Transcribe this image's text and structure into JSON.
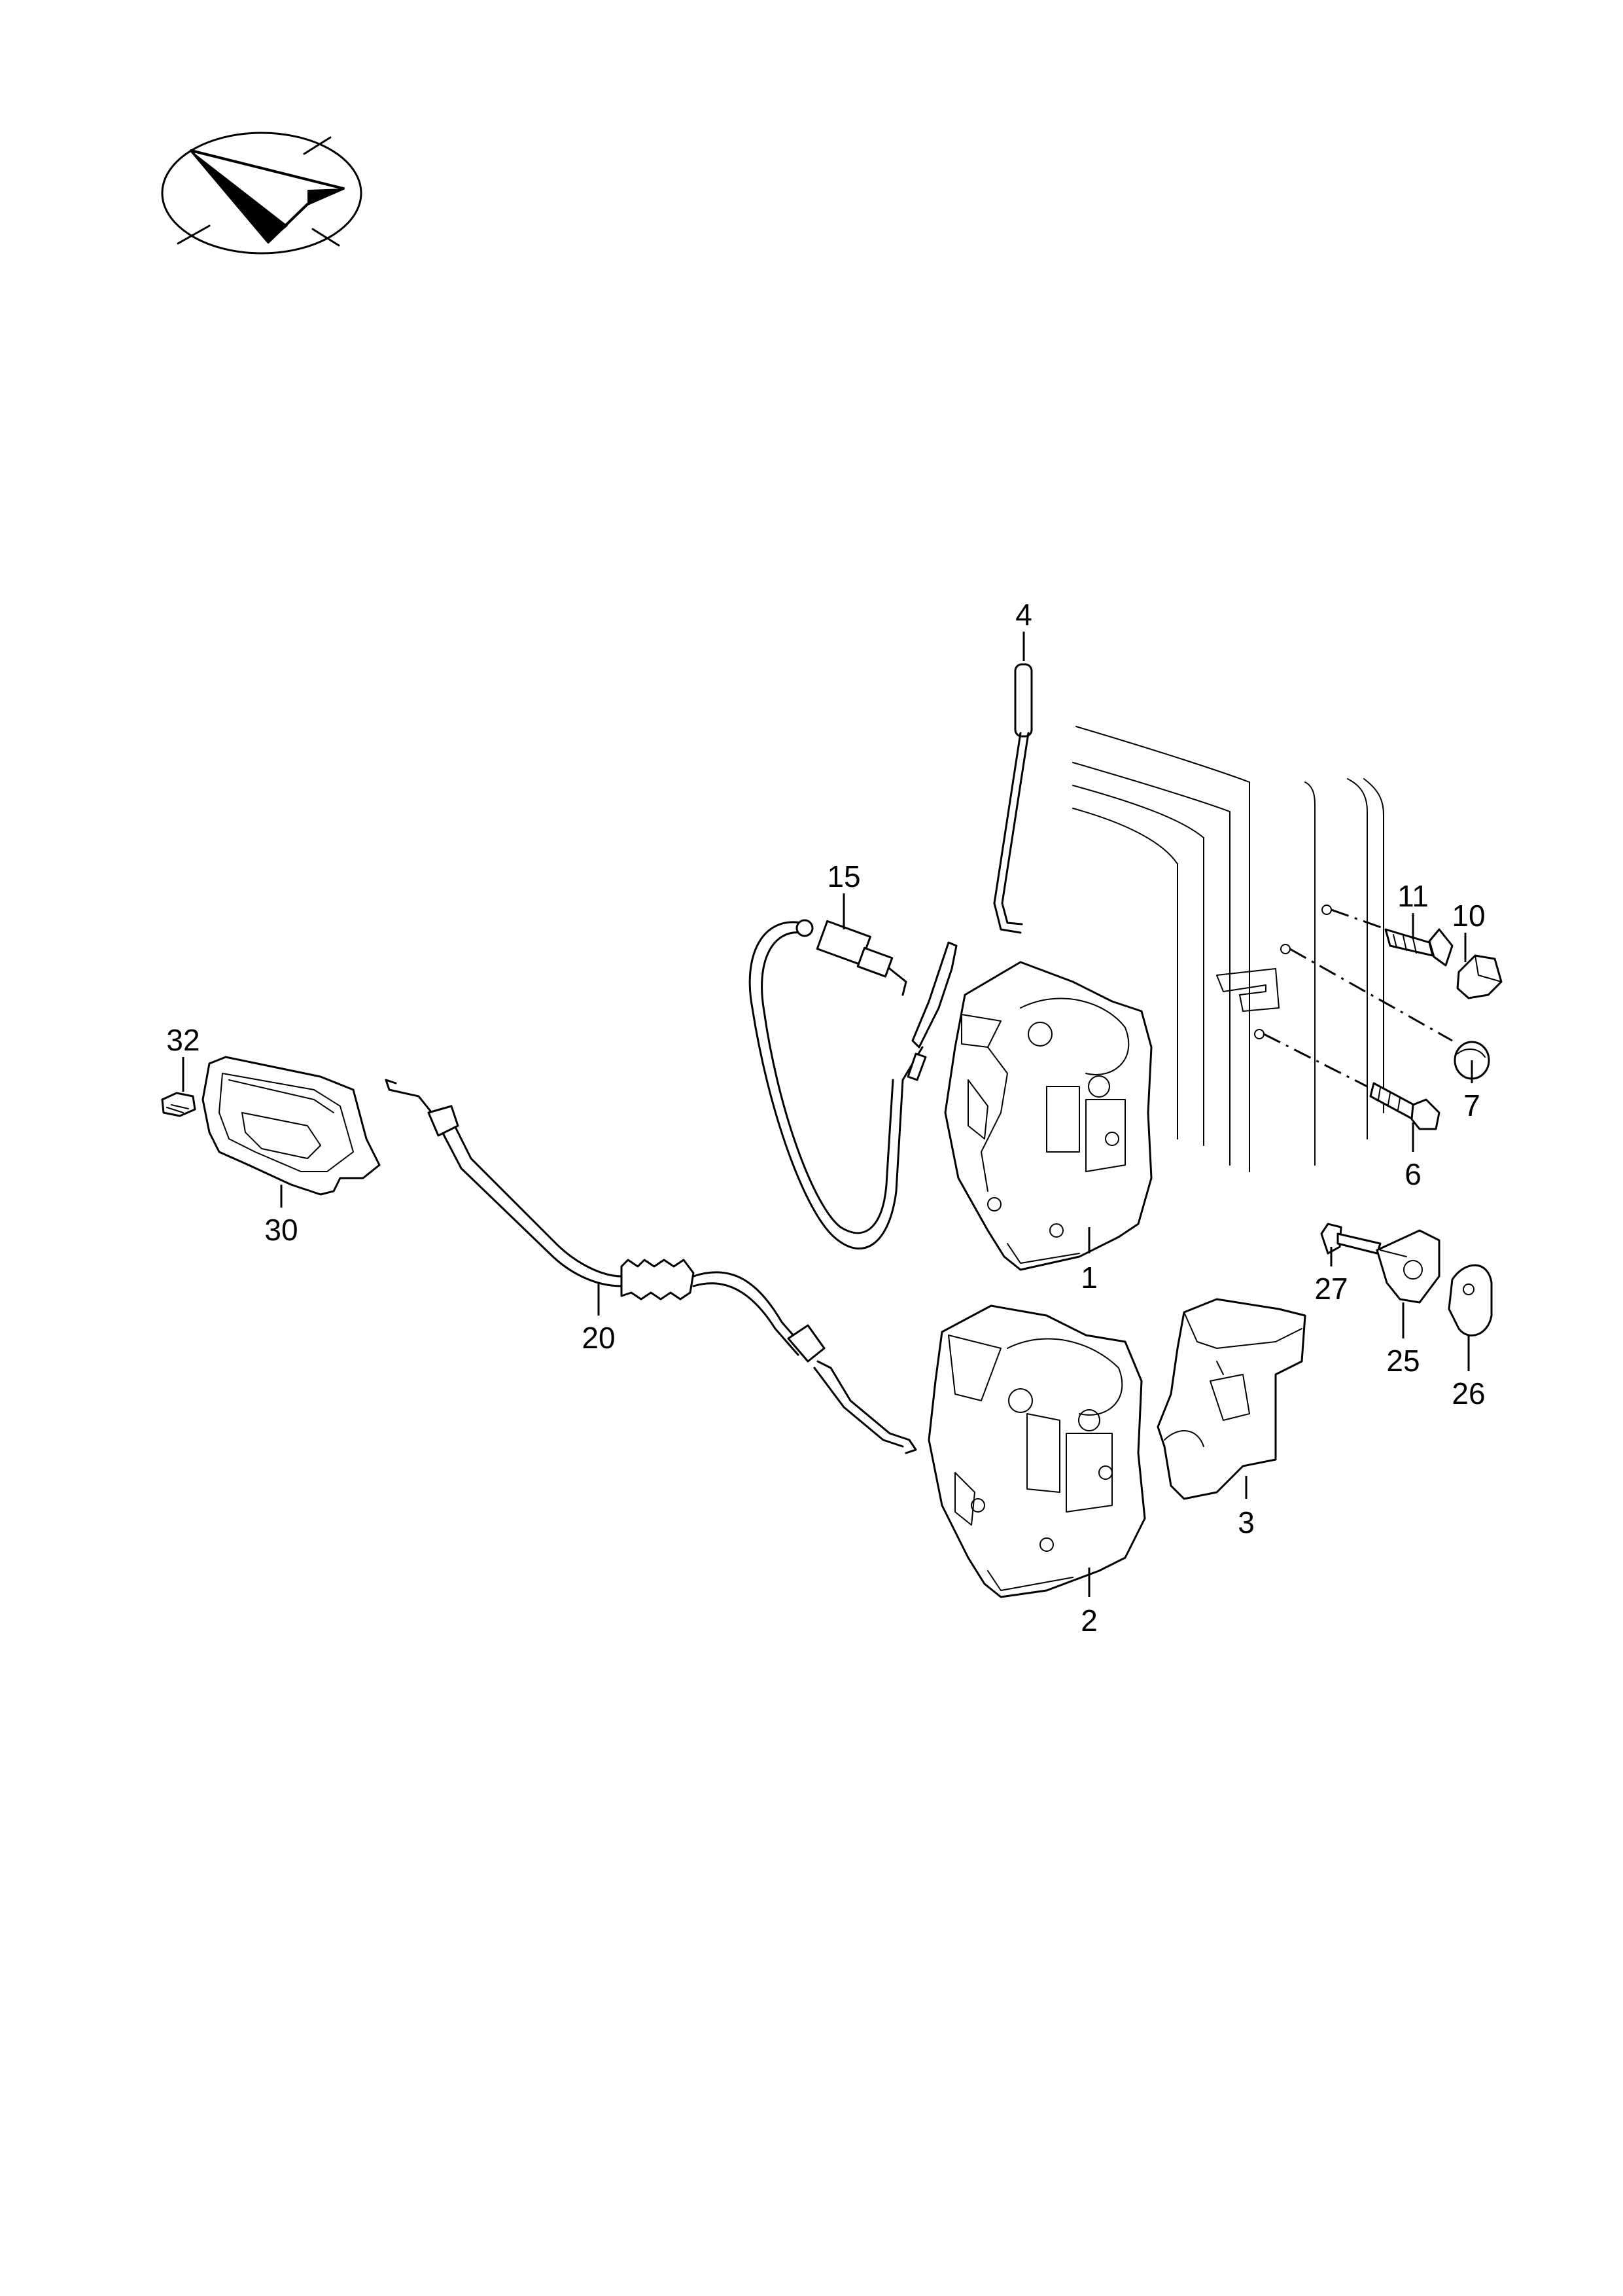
{
  "diagram": {
    "orientation_icon": "direction-arrow-icon",
    "callouts": [
      {
        "id": "c1",
        "label": "1"
      },
      {
        "id": "c2",
        "label": "2"
      },
      {
        "id": "c3",
        "label": "3"
      },
      {
        "id": "c4",
        "label": "4"
      },
      {
        "id": "c6",
        "label": "6"
      },
      {
        "id": "c7",
        "label": "7"
      },
      {
        "id": "c10",
        "label": "10"
      },
      {
        "id": "c11",
        "label": "11"
      },
      {
        "id": "c15",
        "label": "15"
      },
      {
        "id": "c20",
        "label": "20"
      },
      {
        "id": "c25",
        "label": "25"
      },
      {
        "id": "c26",
        "label": "26"
      },
      {
        "id": "c27",
        "label": "27"
      },
      {
        "id": "c30",
        "label": "30"
      },
      {
        "id": "c32",
        "label": "32"
      }
    ]
  }
}
